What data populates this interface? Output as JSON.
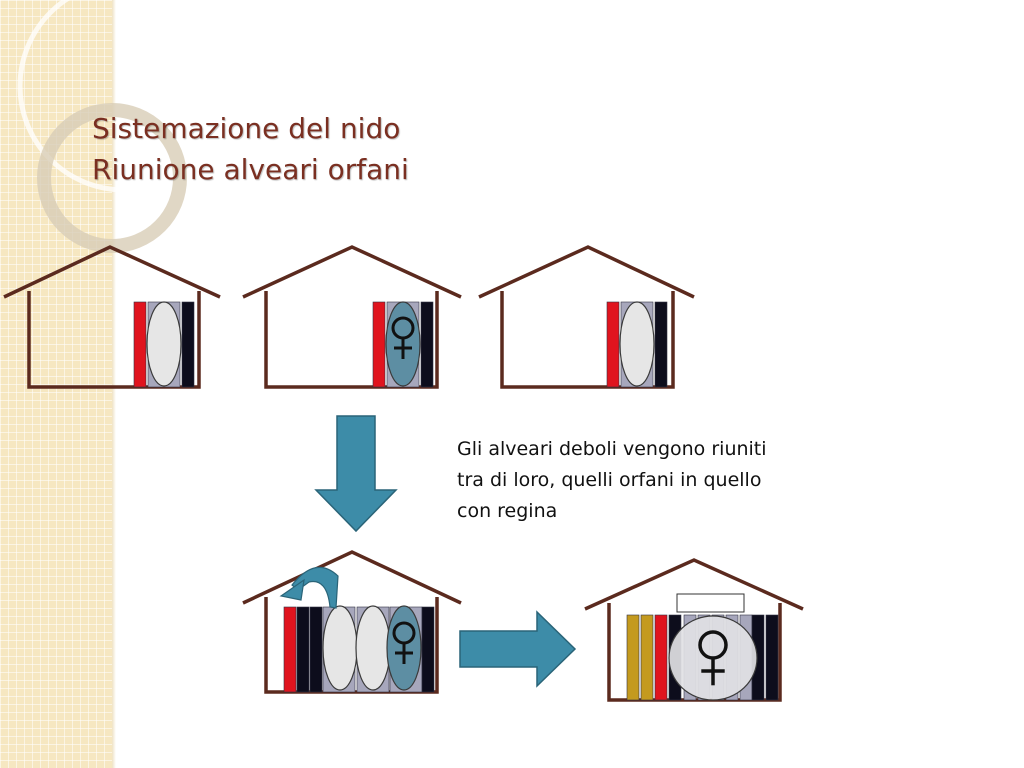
{
  "slide": {
    "title_lines": [
      "Sistemazione del nido",
      "Riunione alveari orfani"
    ],
    "caption_lines": [
      "Gli alveari deboli vengono riuniti",
      "tra di loro, quelli orfani in quello",
      "con regina"
    ]
  },
  "colors": {
    "house_outline": "#5b2a1e",
    "arrow_fill": "#3d8ca8",
    "arrow_stroke": "#2a6478",
    "frame_red": "#e0141e",
    "frame_dark": "#0d0d1c",
    "frame_gray": "#a7a7bc",
    "frame_light": "#e6e6e6",
    "frame_blue": "#5d8ea3",
    "frame_gold": "#c49a1e",
    "title_color": "#7a2f21"
  },
  "icons": {
    "queen_symbol": "female-sign-icon",
    "rotate_arrow": "curved-arrow-icon",
    "down_arrow": "arrow-down-icon",
    "right_arrow": "arrow-right-icon"
  }
}
